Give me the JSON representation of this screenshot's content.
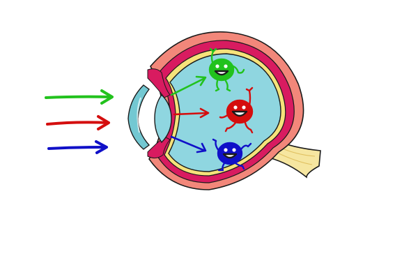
{
  "colors": {
    "background": "#ffffff",
    "outline": "#1a1a1a",
    "sclera": "#f2877a",
    "choroid": "#d81b60",
    "retina": "#f6e27a",
    "vitreous": "#8fd6e0",
    "cornea": "#73c8d2",
    "lens": "#8fd6e0",
    "optic_nerve": "#f6e6a0",
    "green": "#22c21d",
    "red": "#d40e0e",
    "blue": "#1010c8"
  },
  "light_rays": [
    {
      "color_name": "green-light"
    },
    {
      "color_name": "red-light"
    },
    {
      "color_name": "blue-light"
    }
  ],
  "cone_cells": [
    {
      "type": "green-cone",
      "icon": "smiley-character-icon"
    },
    {
      "type": "red-cone",
      "icon": "smiley-character-icon"
    },
    {
      "type": "blue-cone",
      "icon": "smiley-character-icon"
    }
  ]
}
